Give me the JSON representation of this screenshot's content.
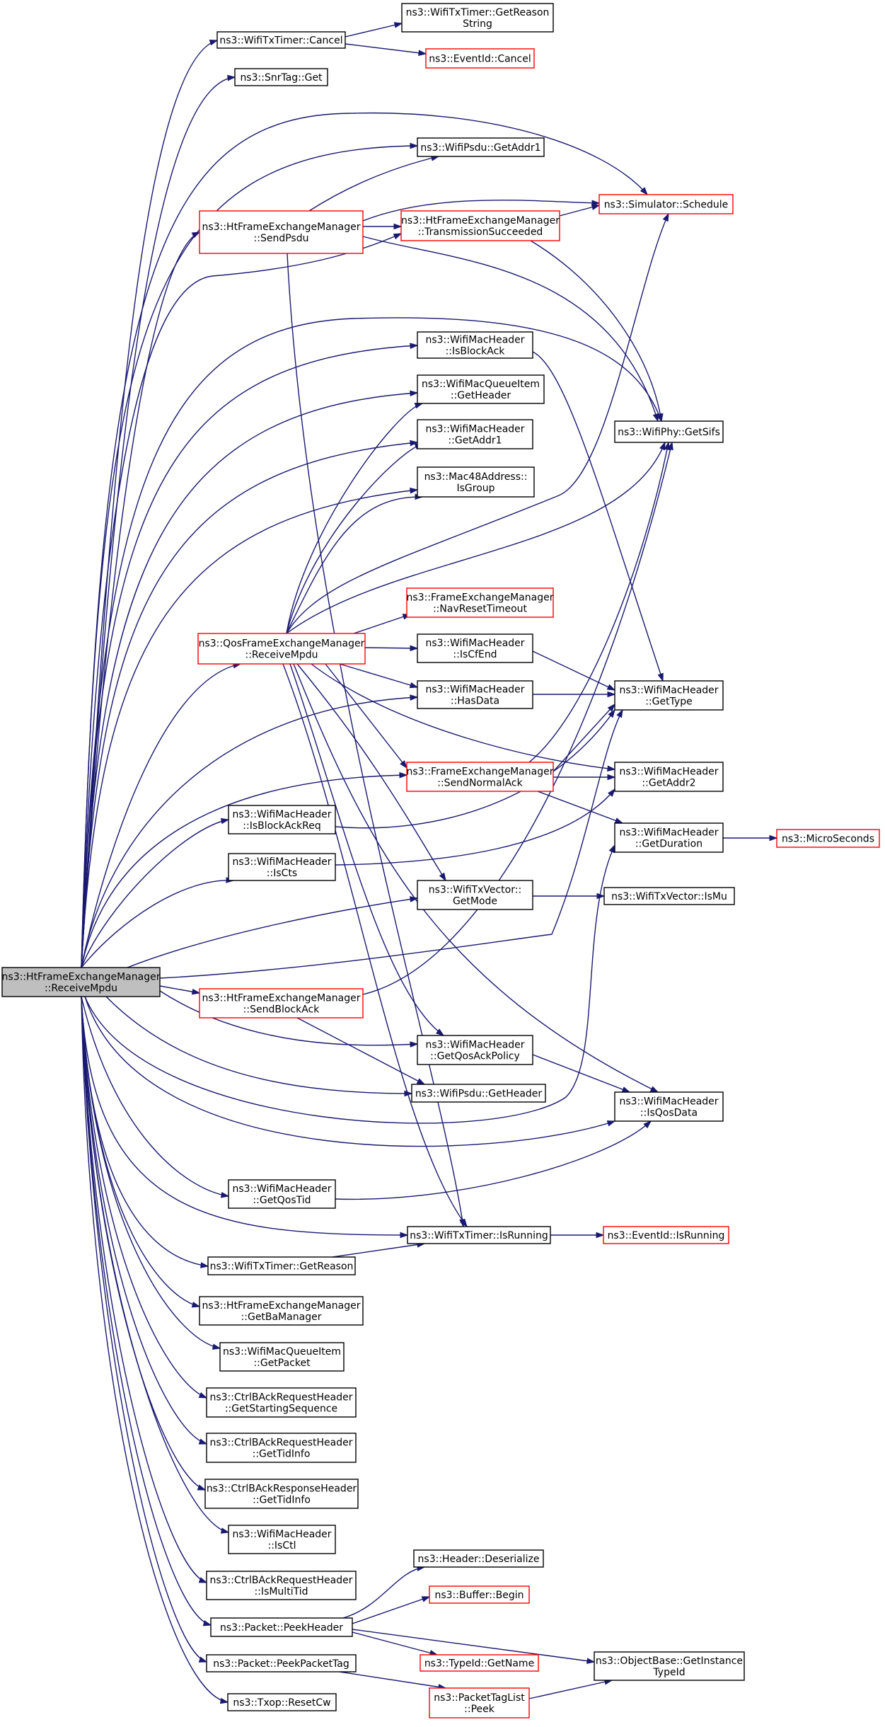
{
  "colors": {
    "edge": "#191970",
    "box_border": "#000000",
    "box_border_external": "#ff0000",
    "root_fill": "#bfbfbf",
    "box_fill": "#ffffff"
  },
  "nodes": [
    {
      "id": "root",
      "lines": [
        "ns3::HtFrameExchangeManager",
        "::ReceiveMpdu"
      ],
      "style": "root"
    },
    {
      "id": "txtimer_cancel",
      "lines": [
        "ns3::WifiTxTimer::Cancel"
      ],
      "style": "normal"
    },
    {
      "id": "txtimer_getreasonstring",
      "lines": [
        "ns3::WifiTxTimer::GetReason",
        "String"
      ],
      "style": "normal"
    },
    {
      "id": "eventid_cancel",
      "lines": [
        "ns3::EventId::Cancel"
      ],
      "style": "external"
    },
    {
      "id": "snrtag_get",
      "lines": [
        "ns3::SnrTag::Get"
      ],
      "style": "normal"
    },
    {
      "id": "psdu_getaddr1",
      "lines": [
        "ns3::WifiPsdu::GetAddr1"
      ],
      "style": "normal"
    },
    {
      "id": "ht_sendpsdu",
      "lines": [
        "ns3::HtFrameExchangeManager",
        "::SendPsdu"
      ],
      "style": "external"
    },
    {
      "id": "ht_txsucceeded",
      "lines": [
        "ns3::HtFrameExchangeManager",
        "::TransmissionSucceeded"
      ],
      "style": "external"
    },
    {
      "id": "sim_schedule",
      "lines": [
        "ns3::Simulator::Schedule"
      ],
      "style": "external"
    },
    {
      "id": "hdr_isblockack",
      "lines": [
        "ns3::WifiMacHeader",
        "::IsBlockAck"
      ],
      "style": "normal"
    },
    {
      "id": "mqi_getheader",
      "lines": [
        "ns3::WifiMacQueueItem",
        "::GetHeader"
      ],
      "style": "normal"
    },
    {
      "id": "phy_getsifs",
      "lines": [
        "ns3::WifiPhy::GetSifs"
      ],
      "style": "normal"
    },
    {
      "id": "hdr_getaddr1",
      "lines": [
        "ns3::WifiMacHeader",
        "::GetAddr1"
      ],
      "style": "normal"
    },
    {
      "id": "mac48_isgroup",
      "lines": [
        "ns3::Mac48Address::",
        "IsGroup"
      ],
      "style": "normal"
    },
    {
      "id": "fem_navreset",
      "lines": [
        "ns3::FrameExchangeManager",
        "::NavResetTimeout"
      ],
      "style": "external"
    },
    {
      "id": "qos_receivempdu",
      "lines": [
        "ns3::QosFrameExchangeManager",
        "::ReceiveMpdu"
      ],
      "style": "external"
    },
    {
      "id": "hdr_iscfend",
      "lines": [
        "ns3::WifiMacHeader",
        "::IsCfEnd"
      ],
      "style": "normal"
    },
    {
      "id": "hdr_hasdata",
      "lines": [
        "ns3::WifiMacHeader",
        "::HasData"
      ],
      "style": "normal"
    },
    {
      "id": "hdr_gettype",
      "lines": [
        "ns3::WifiMacHeader",
        "::GetType"
      ],
      "style": "normal"
    },
    {
      "id": "fem_sendnormalack",
      "lines": [
        "ns3::FrameExchangeManager",
        "::SendNormalAck"
      ],
      "style": "external"
    },
    {
      "id": "hdr_getaddr2",
      "lines": [
        "ns3::WifiMacHeader",
        "::GetAddr2"
      ],
      "style": "normal"
    },
    {
      "id": "hdr_isblockackreq",
      "lines": [
        "ns3::WifiMacHeader",
        "::IsBlockAckReq"
      ],
      "style": "normal"
    },
    {
      "id": "hdr_getduration",
      "lines": [
        "ns3::WifiMacHeader",
        "::GetDuration"
      ],
      "style": "normal"
    },
    {
      "id": "microseconds",
      "lines": [
        "ns3::MicroSeconds"
      ],
      "style": "external"
    },
    {
      "id": "hdr_iscts",
      "lines": [
        "ns3::WifiMacHeader",
        "::IsCts"
      ],
      "style": "normal"
    },
    {
      "id": "txvec_getmode",
      "lines": [
        "ns3::WifiTxVector::",
        "GetMode"
      ],
      "style": "normal"
    },
    {
      "id": "txvec_ismu",
      "lines": [
        "ns3::WifiTxVector::IsMu"
      ],
      "style": "normal"
    },
    {
      "id": "ht_sendblockack",
      "lines": [
        "ns3::HtFrameExchangeManager",
        "::SendBlockAck"
      ],
      "style": "external"
    },
    {
      "id": "hdr_getqosackpolicy",
      "lines": [
        "ns3::WifiMacHeader",
        "::GetQosAckPolicy"
      ],
      "style": "normal"
    },
    {
      "id": "psdu_getheader",
      "lines": [
        "ns3::WifiPsdu::GetHeader"
      ],
      "style": "normal"
    },
    {
      "id": "hdr_isqosdata",
      "lines": [
        "ns3::WifiMacHeader",
        "::IsQosData"
      ],
      "style": "normal"
    },
    {
      "id": "hdr_getqostid",
      "lines": [
        "ns3::WifiMacHeader",
        "::GetQosTid"
      ],
      "style": "normal"
    },
    {
      "id": "txtimer_isrunning",
      "lines": [
        "ns3::WifiTxTimer::IsRunning"
      ],
      "style": "normal"
    },
    {
      "id": "eventid_isrunning",
      "lines": [
        "ns3::EventId::IsRunning"
      ],
      "style": "external"
    },
    {
      "id": "txtimer_getreason",
      "lines": [
        "ns3::WifiTxTimer::GetReason"
      ],
      "style": "normal"
    },
    {
      "id": "ht_getbamanager",
      "lines": [
        "ns3::HtFrameExchangeManager",
        "::GetBaManager"
      ],
      "style": "normal"
    },
    {
      "id": "mqi_getpacket",
      "lines": [
        "ns3::WifiMacQueueItem",
        "::GetPacket"
      ],
      "style": "normal"
    },
    {
      "id": "bar_getstartingseq",
      "lines": [
        "ns3::CtrlBAckRequestHeader",
        "::GetStartingSequence"
      ],
      "style": "normal"
    },
    {
      "id": "bar_gettidinfo",
      "lines": [
        "ns3::CtrlBAckRequestHeader",
        "::GetTidInfo"
      ],
      "style": "normal"
    },
    {
      "id": "bresp_gettidinfo",
      "lines": [
        "ns3::CtrlBAckResponseHeader",
        "::GetTidInfo"
      ],
      "style": "normal"
    },
    {
      "id": "hdr_isctl",
      "lines": [
        "ns3::WifiMacHeader",
        "::IsCtl"
      ],
      "style": "normal"
    },
    {
      "id": "bar_ismultitid",
      "lines": [
        "ns3::CtrlBAckRequestHeader",
        "::IsMultiTid"
      ],
      "style": "normal"
    },
    {
      "id": "header_deserialize",
      "lines": [
        "ns3::Header::Deserialize"
      ],
      "style": "normal"
    },
    {
      "id": "buffer_begin",
      "lines": [
        "ns3::Buffer::Begin"
      ],
      "style": "external"
    },
    {
      "id": "packet_peekheader",
      "lines": [
        "ns3::Packet::PeekHeader"
      ],
      "style": "normal"
    },
    {
      "id": "typeid_getname",
      "lines": [
        "ns3::TypeId::GetName"
      ],
      "style": "external"
    },
    {
      "id": "objectbase_getinstancetypeid",
      "lines": [
        "ns3::ObjectBase::GetInstance",
        "TypeId"
      ],
      "style": "normal"
    },
    {
      "id": "packet_peekpackettag",
      "lines": [
        "ns3::Packet::PeekPacketTag"
      ],
      "style": "normal"
    },
    {
      "id": "packettaglist_peek",
      "lines": [
        "ns3::PacketTagList",
        "::Peek"
      ],
      "style": "external"
    },
    {
      "id": "txop_resetcw",
      "lines": [
        "ns3::Txop::ResetCw"
      ],
      "style": "normal"
    }
  ]
}
